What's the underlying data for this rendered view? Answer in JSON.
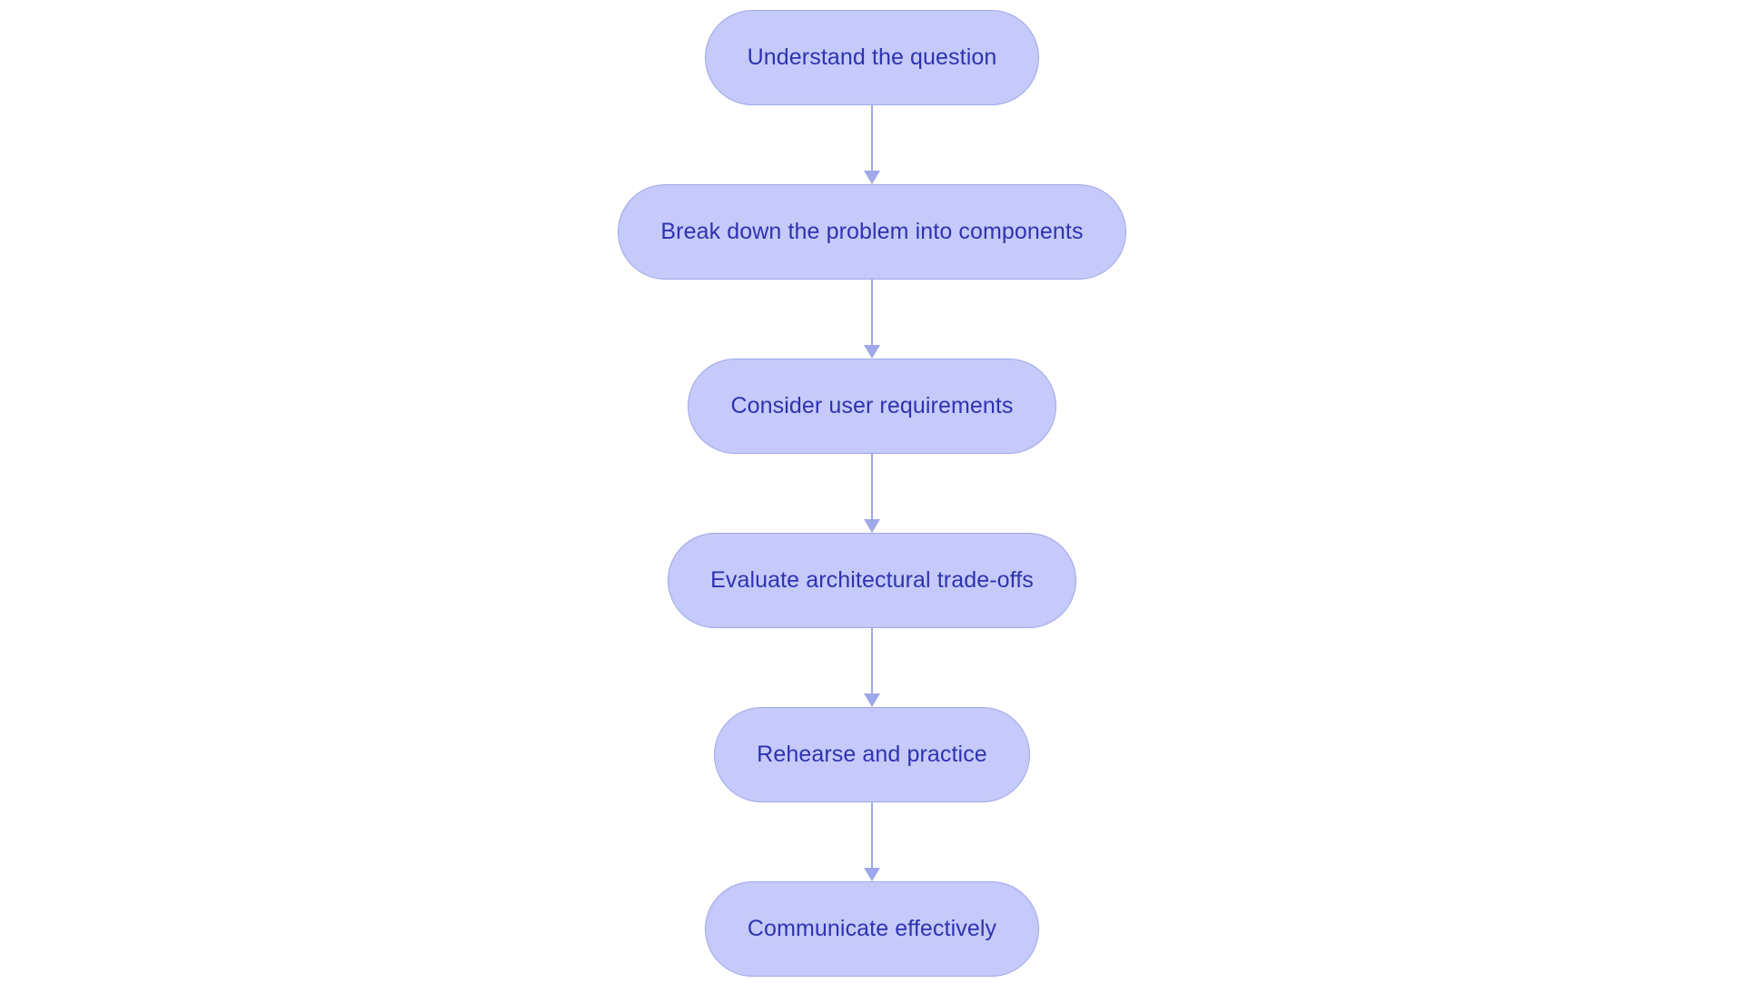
{
  "diagram": {
    "type": "flowchart",
    "orientation": "top-to-bottom",
    "background_color": "#ffffff",
    "node_fill_color": "#c5cafa",
    "node_border_color": "#9fa8e8",
    "node_text_color": "#2f33b0",
    "connector_color": "#9fa8e8",
    "node_shape": "stadium",
    "nodes": [
      {
        "id": "n1",
        "label": "Understand the question"
      },
      {
        "id": "n2",
        "label": "Break down the problem into components"
      },
      {
        "id": "n3",
        "label": "Consider user requirements"
      },
      {
        "id": "n4",
        "label": "Evaluate architectural trade-offs"
      },
      {
        "id": "n5",
        "label": "Rehearse and practice"
      },
      {
        "id": "n6",
        "label": "Communicate effectively"
      }
    ],
    "edges": [
      {
        "from": "n1",
        "to": "n2",
        "arrow": "arrow-down-icon"
      },
      {
        "from": "n2",
        "to": "n3",
        "arrow": "arrow-down-icon"
      },
      {
        "from": "n3",
        "to": "n4",
        "arrow": "arrow-down-icon"
      },
      {
        "from": "n4",
        "to": "n5",
        "arrow": "arrow-down-icon"
      },
      {
        "from": "n5",
        "to": "n6",
        "arrow": "arrow-down-icon"
      }
    ]
  }
}
